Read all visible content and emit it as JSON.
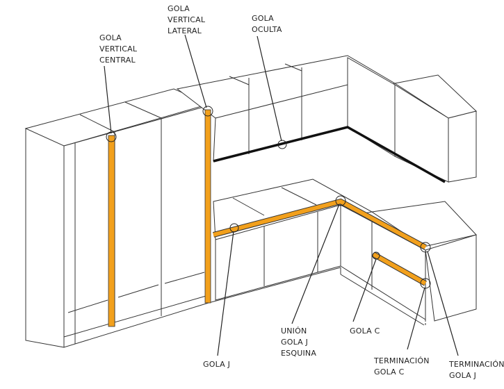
{
  "colors": {
    "gola": "#f2a01c",
    "line": "#222222",
    "background": "#ffffff"
  },
  "labels": {
    "vertical_central": [
      "GOLA",
      "VERTICAL",
      "CENTRAL"
    ],
    "vertical_lateral": [
      "GOLA",
      "VERTICAL",
      "LATERAL"
    ],
    "oculta": [
      "GOLA",
      "OCULTA"
    ],
    "gola_j": [
      "GOLA J"
    ],
    "union": [
      "UNIÓN",
      "GOLA J",
      "ESQUINA"
    ],
    "gola_c": [
      "GOLA C"
    ],
    "terminacion_c": [
      "TERMINACIÓN",
      "GOLA C"
    ],
    "terminacion_j": [
      "TERMINACIÓN",
      "GOLA J"
    ]
  }
}
